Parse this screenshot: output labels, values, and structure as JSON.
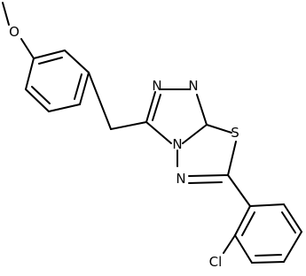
{
  "structure": {
    "atoms": {
      "methoxy_o": "O",
      "triazole_n1": "N",
      "triazole_n2": "N",
      "bridge_n": "N",
      "thiadiazole_n": "N",
      "sulfur": "S",
      "chlorine": "Cl"
    },
    "line_color": "#000000",
    "background": "#ffffff"
  }
}
